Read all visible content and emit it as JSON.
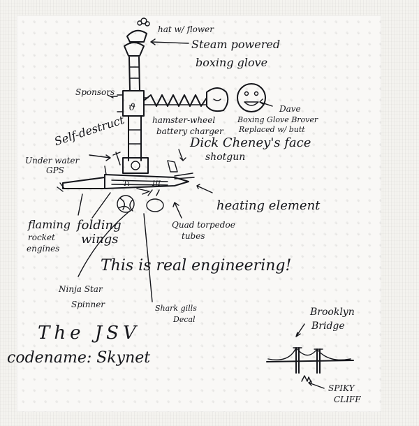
{
  "title": "The JSV",
  "subtitle": "codename: Skynet",
  "caption": "This is real engineering!",
  "labels": {
    "hat": "hat w/ flower",
    "boxing_glove_1": "Steam powered",
    "boxing_glove_2": "boxing glove",
    "sponsors": "Sponsors",
    "hamster_1": "hamster-wheel",
    "hamster_2": "battery charger",
    "boxing_face_1": "Boxing Glove Brover",
    "boxing_face_2": "Replaced w/ butt",
    "dave": "Dave",
    "self_destruct": "Self-destruct",
    "underwater_1": "Under water",
    "underwater_2": "GPS",
    "cheney": "Dick Cheney's face",
    "shotgun": "shotgun",
    "heating": "heating element",
    "rocket_1": "flaming",
    "rocket_2": "rocket",
    "rocket_3": "engines",
    "wings_1": "folding",
    "wings_2": "wings",
    "torpedo_1": "Quad torpedoe",
    "torpedo_2": "tubes",
    "ninja_1": "Ninja Star",
    "ninja_2": "Spinner",
    "shark_1": "Shark gills",
    "shark_2": "Decal",
    "bridge_1": "Brooklyn",
    "bridge_2": "Bridge",
    "cliff_1": "SPIKY",
    "cliff_2": "CLIFF"
  },
  "colors": {
    "ink": "#15161b",
    "napkin": "#f7f6f3"
  }
}
